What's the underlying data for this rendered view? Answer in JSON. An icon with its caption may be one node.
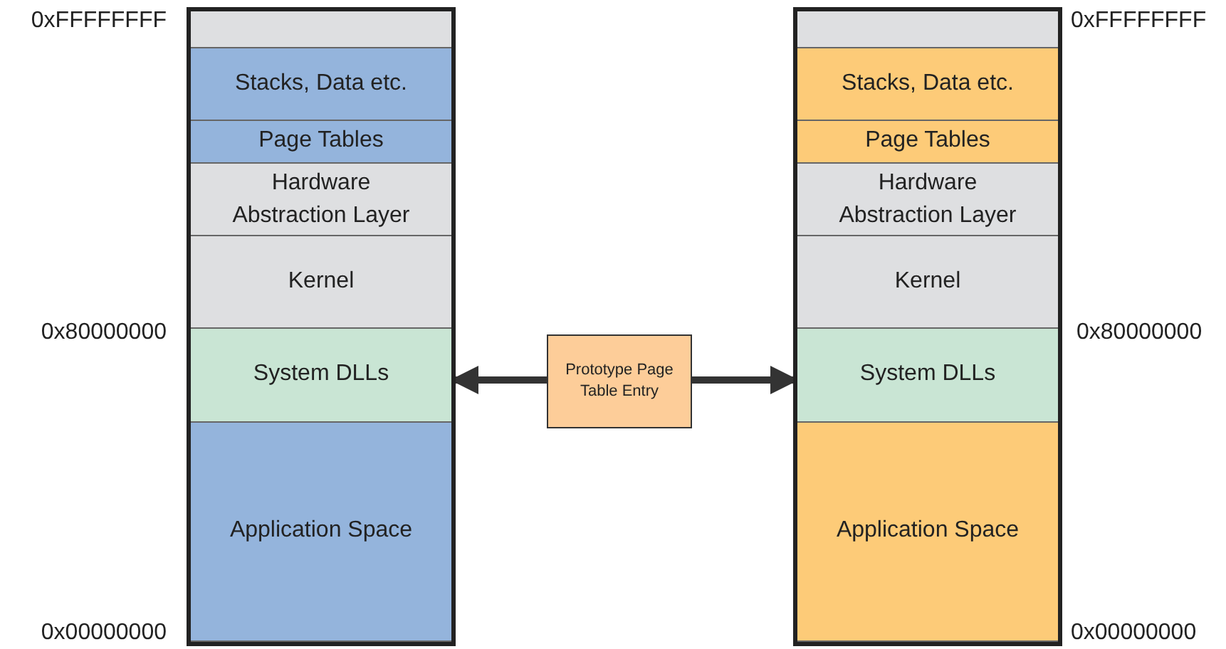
{
  "diagram": {
    "nodes": [
      {
        "text": [],
        "shape": "box"
      },
      {
        "text": [],
        "shape": "box",
        "in": 0
      },
      {
        "text": [
          "Stacks, Data etc."
        ],
        "in": 0
      },
      {
        "text": [
          "Page Tables"
        ],
        "in": 0
      },
      {
        "text": [
          "Hardware Abstraction Layer"
        ],
        "in": 0
      },
      {
        "text": [
          "Kernel"
        ],
        "in": 0
      },
      {
        "text": [
          "System DLLs"
        ],
        "in": 0
      },
      {
        "text": [
          "Application Space"
        ],
        "in": 0
      },
      {
        "text": [
          "Prototype Page Table Entry"
        ]
      },
      {
        "text": [],
        "shape": "box"
      },
      {
        "text": [],
        "shape": "box",
        "in": 9
      },
      {
        "text": [
          "Stacks, Data etc."
        ],
        "in": 9
      },
      {
        "text": [
          "Page Tables"
        ],
        "in": 9
      },
      {
        "text": [
          "Hardware Abstraction Layer"
        ],
        "in": 9
      },
      {
        "text": [
          "Kernel"
        ],
        "in": 9
      },
      {
        "text": [
          "System DLLs"
        ],
        "in": 9
      },
      {
        "text": [
          "Application Space"
        ],
        "in": 9
      }
    ],
    "edges": [
      {
        "from": 8,
        "to": 6,
        "arrow": "to"
      },
      {
        "from": 8,
        "to": 15,
        "arrow": "to"
      }
    ],
    "labels": [
      "0xFFFFFFFF",
      "0xFFFFFFFF",
      "0x80000000",
      "0x80000000",
      "0x00000000",
      "0x00000000"
    ]
  }
}
